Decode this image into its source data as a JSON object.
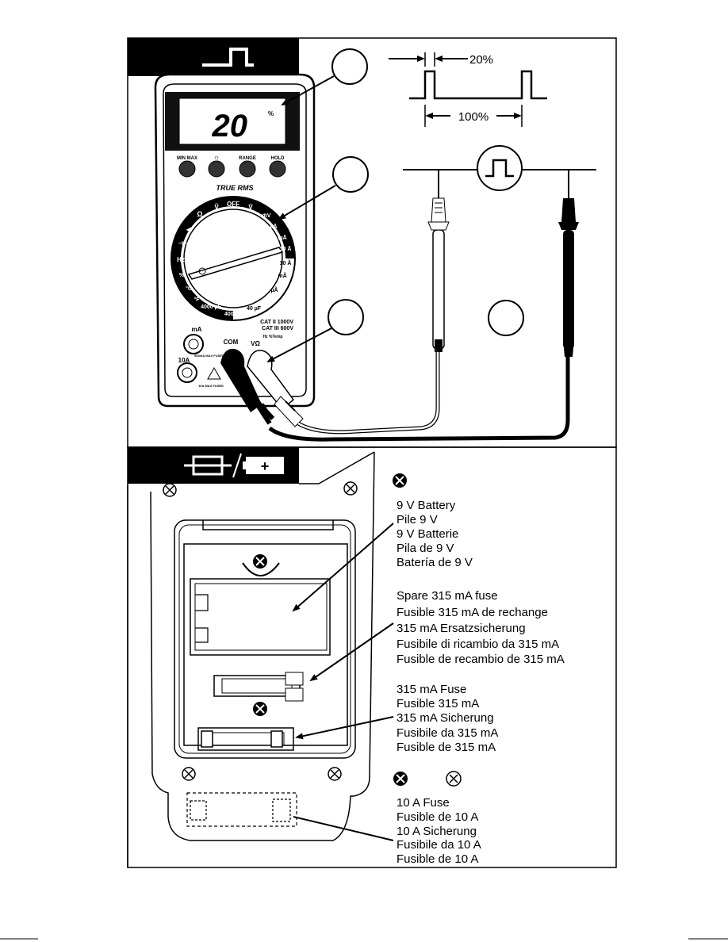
{
  "top_panel": {
    "display_reading": "20",
    "display_unit": "%",
    "buttons": [
      "MIN MAX",
      "☼",
      "RANGE",
      "HOLD"
    ],
    "model_label": "TRUE RMS",
    "dial": {
      "off": "OFF",
      "settings": [
        "Ω",
        "Ṽ",
        "V̄",
        "m̄V",
        "µĀ",
        "mĀ",
        "10 Ā",
        "10 Ã",
        "mÃ",
        "µÃ",
        "40 µF",
        "400 µF",
        "4000 µF",
        "°F",
        "°C",
        "%",
        "Hz",
        "⊣⊢",
        "◀"
      ]
    },
    "jacks": {
      "ma_label": "mA",
      "a10_label": "10A",
      "com_label": "COM",
      "vohm_label": "VΩ",
      "hz_label": "Hz %Temp",
      "cat": "CAT II 1000V",
      "cat2": "CAT III 600V",
      "fused1": "500mA MAX FUSED",
      "fused2": "10A MAX FUSED"
    },
    "waveform": {
      "duty_label": "20%",
      "period_label": "100%"
    }
  },
  "bottom_panel": {
    "battery": {
      "lines": [
        "9 V Battery",
        "Pile 9 V",
        "9 V Batterie",
        "Pila de 9 V",
        "Batería de 9 V"
      ]
    },
    "spare_fuse": {
      "lines": [
        "Spare 315 mA fuse",
        "Fusible 315 mA de rechange",
        "315 mA Ersatzsicherung",
        "Fusibile di ricambio da 315 mA",
        "Fusible de recambio de 315 mA"
      ]
    },
    "fuse_315": {
      "lines": [
        "315 mA Fuse",
        "Fusible 315 mA",
        "315 mA Sicherung",
        "Fusibile da 315 mA",
        "Fusible de 315 mA"
      ]
    },
    "fuse_10a": {
      "lines": [
        "10 A Fuse",
        "Fusible de 10 A",
        "10 A Sicherung",
        "Fusibile da 10 A",
        "Fusible de 10 A"
      ]
    }
  }
}
